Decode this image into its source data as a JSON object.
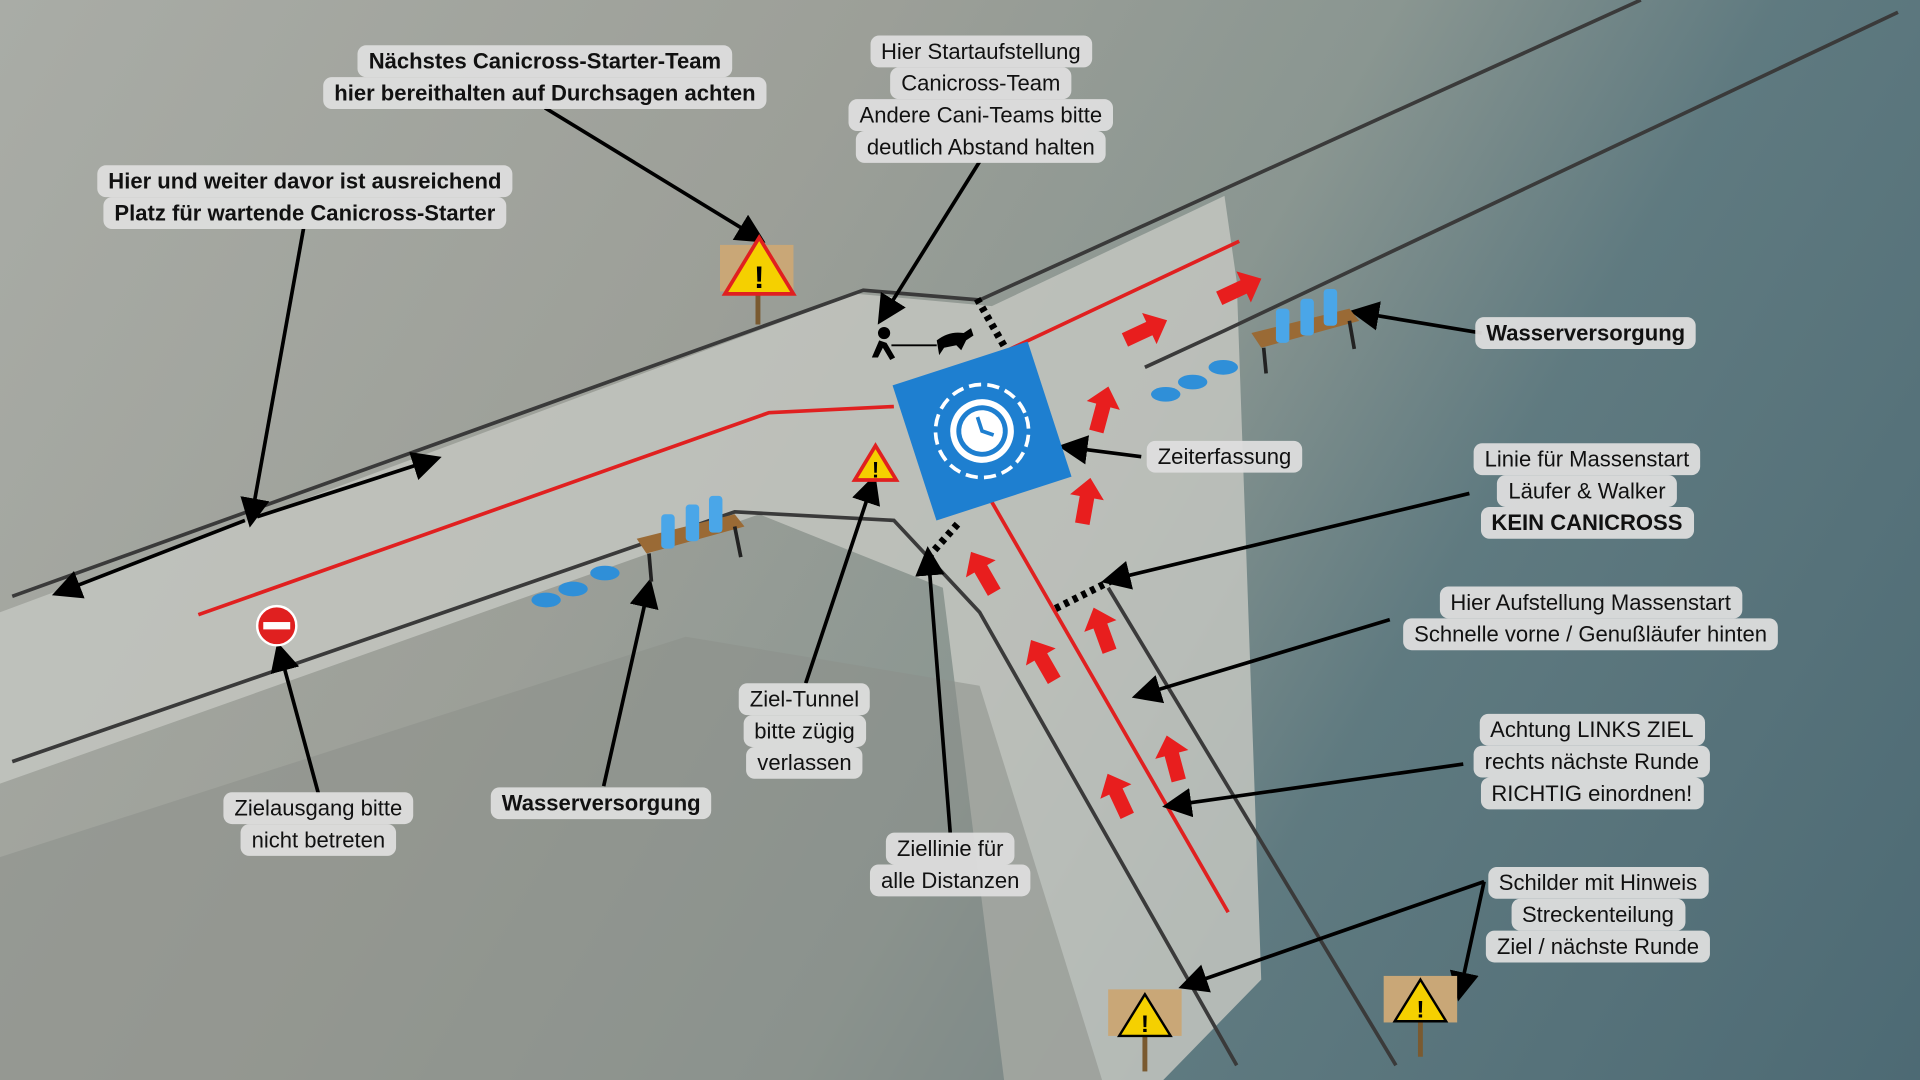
{
  "labels": {
    "next_team": [
      "Nächstes Canicross-Starter-Team",
      "hier bereithalten auf Durchsagen achten"
    ],
    "waiting_area": [
      "Hier und weiter davor ist ausreichend",
      "Platz für wartende Canicross-Starter"
    ],
    "start_position": [
      "Hier Startaufstellung",
      "Canicross-Team",
      "Andere Cani-Teams bitte",
      "deutlich Abstand halten"
    ],
    "water_right": [
      "Wasserversorgung"
    ],
    "timing": [
      "Zeiterfassung"
    ],
    "mass_start_line": [
      "Linie für Massenstart",
      "Läufer & Walker",
      "KEIN CANICROSS"
    ],
    "mass_start_setup": [
      "Hier Aufstellung Massenstart",
      "Schnelle vorne / Genußläufer  hinten"
    ],
    "attention": [
      "Achtung LINKS ZIEL",
      "rechts nächste Runde",
      "RICHTIG einordnen!"
    ],
    "signs": [
      "Schilder mit Hinweis",
      "Streckenteilung",
      "Ziel / nächste Runde"
    ],
    "finish_line": [
      "Ziellinie für",
      "alle Distanzen"
    ],
    "finish_tunnel": [
      "Ziel-Tunnel",
      "bitte zügig",
      "verlassen"
    ],
    "water_left": [
      "Wasserversorgung"
    ],
    "finish_exit": [
      "Zielausgang bitte",
      "nicht betreten"
    ]
  },
  "colors": {
    "route_red": "#e02020",
    "timing_blue": "#1e7fd0",
    "warning_yellow": "#f5d000"
  }
}
